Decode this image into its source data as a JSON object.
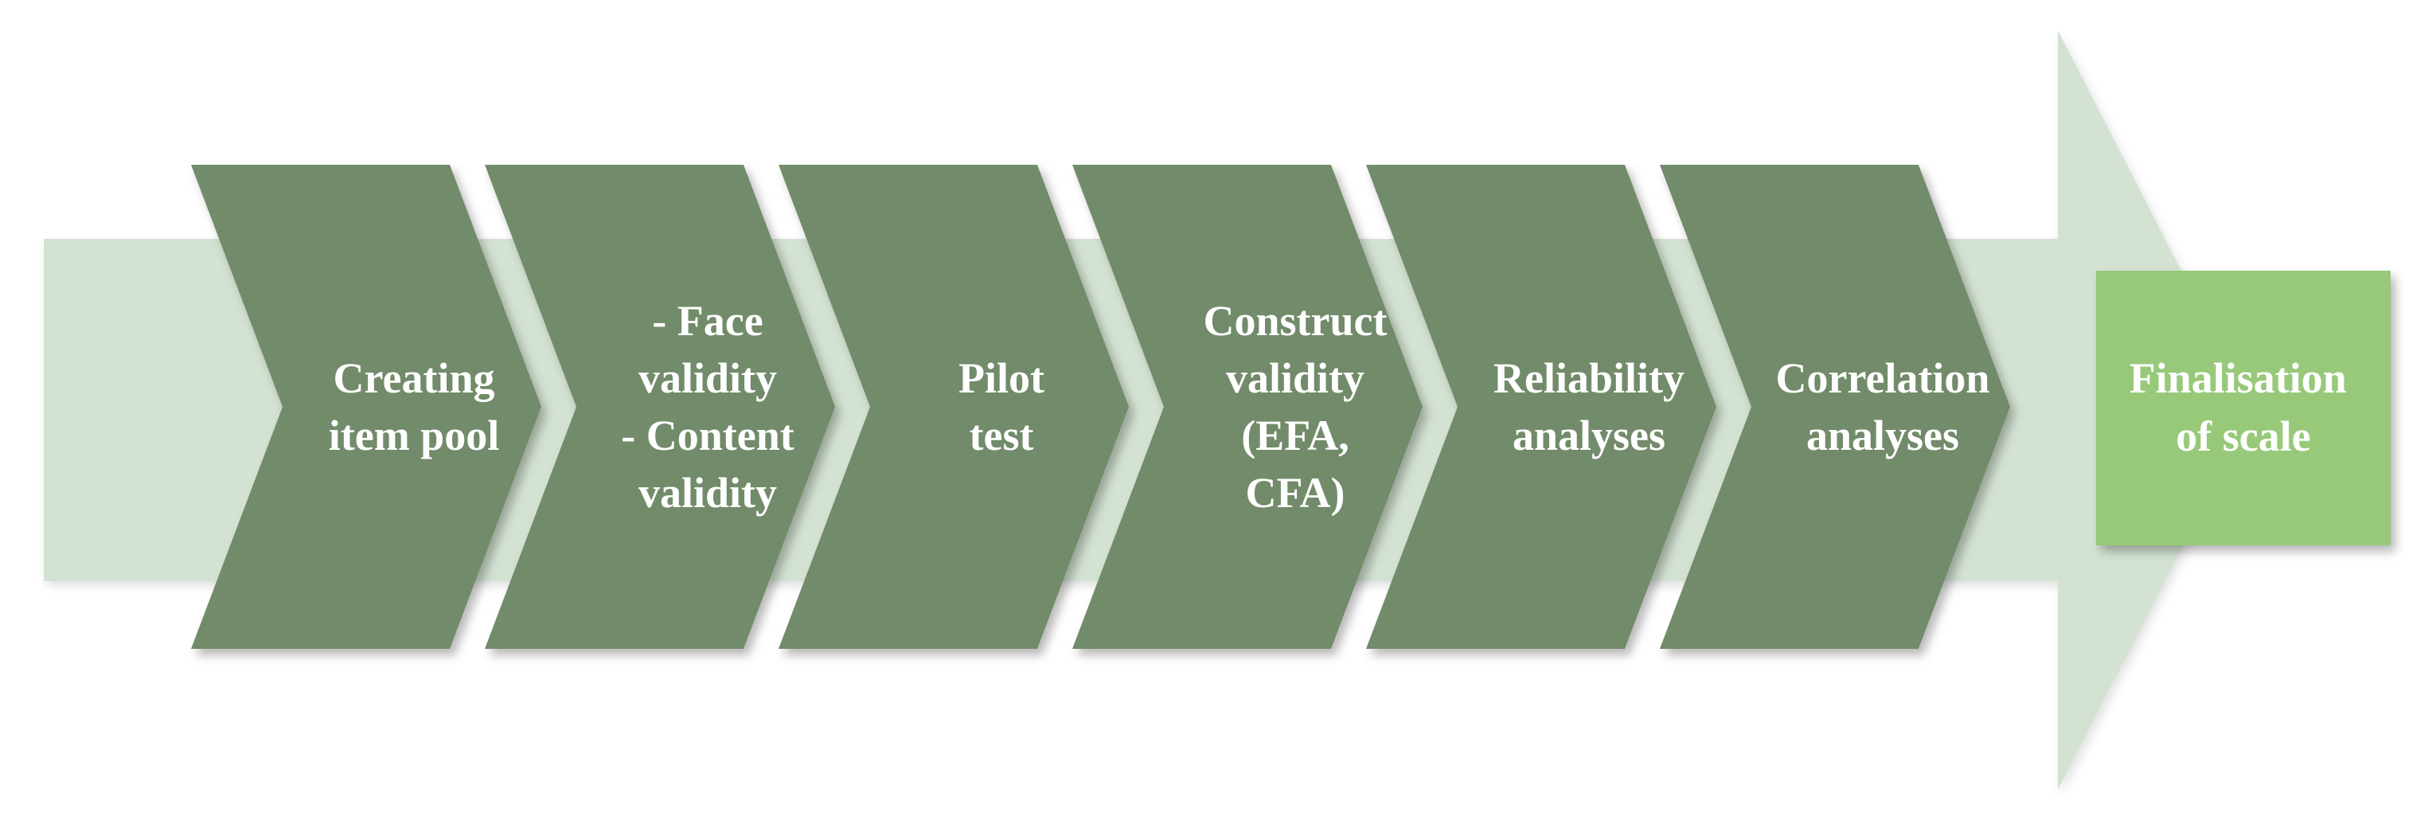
{
  "diagram": {
    "steps": [
      {
        "lines": [
          "Creating",
          "item pool"
        ]
      },
      {
        "lines": [
          "- Face",
          "validity",
          "- Content",
          "validity"
        ]
      },
      {
        "lines": [
          "Pilot",
          "test"
        ]
      },
      {
        "lines": [
          "Construct",
          "validity",
          "(EFA,",
          "CFA)"
        ]
      },
      {
        "lines": [
          "Reliability",
          "analyses"
        ]
      },
      {
        "lines": [
          "Correlation",
          "analyses"
        ]
      }
    ],
    "final_step": {
      "lines": [
        "Finalisation",
        "of scale"
      ]
    }
  },
  "colors": {
    "background_arrow": "#d3e2d2",
    "chevron": "#728b6b",
    "final_box": "#98c97a",
    "text": "#ffffff"
  }
}
